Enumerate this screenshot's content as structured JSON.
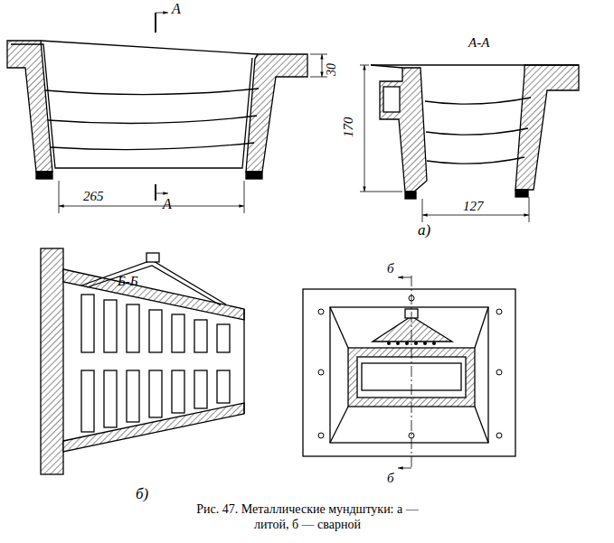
{
  "diagram": {
    "caption": "Рис. 47. Металлические мундштуки: а — литой, б — сварной",
    "labels": [
      "А",
      "А",
      "30",
      "265",
      "А-А",
      "170",
      "127",
      "а)",
      "Б-Б",
      "б",
      "б",
      "б)"
    ]
  }
}
